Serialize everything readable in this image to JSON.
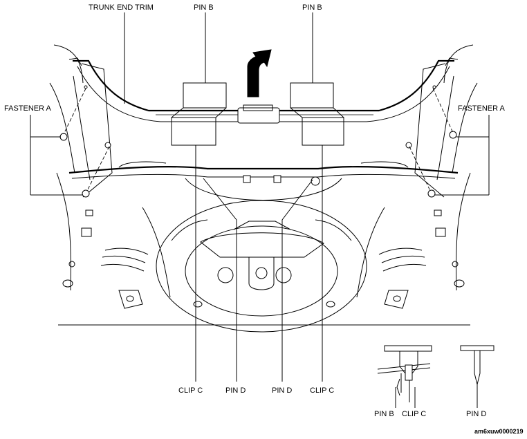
{
  "labels": {
    "trunk_end_trim": "TRUNK END TRIM",
    "pin_b_left": "PIN B",
    "pin_b_right": "PIN B",
    "fastener_a_left": "FASTENER A",
    "fastener_a_right": "FASTENER A",
    "clip_c_left": "CLIP C",
    "pin_d_left": "PIN D",
    "pin_d_right": "PIN D",
    "clip_c_right": "CLIP C",
    "detail_pin_b": "PIN B",
    "detail_clip_c": "CLIP C",
    "detail_pin_d": "PIN D"
  },
  "image_code": "am6xuw0000219"
}
